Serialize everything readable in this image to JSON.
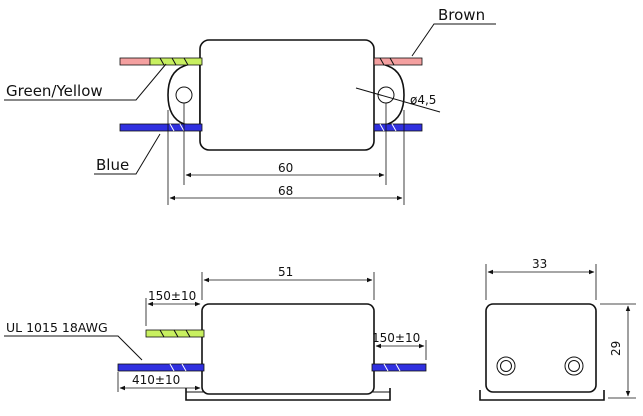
{
  "labels": {
    "brown": "Brown",
    "green_yellow": "Green/Yellow",
    "blue": "Blue",
    "hole_dia": "ø4,5",
    "dim_60": "60",
    "dim_68": "68",
    "dim_51": "51",
    "dim_33": "33",
    "dim_29": "29",
    "lead_left_top": "150±10",
    "lead_right": "150±10",
    "lead_left_bottom": "410±10",
    "wire_spec": "UL 1015 18AWG"
  },
  "colors": {
    "brown_wire": "#f4a0a0",
    "green_wire": "#c8f060",
    "yellow_stripe": "#f0f060",
    "blue_wire": "#3030e0",
    "line": "#111111"
  }
}
